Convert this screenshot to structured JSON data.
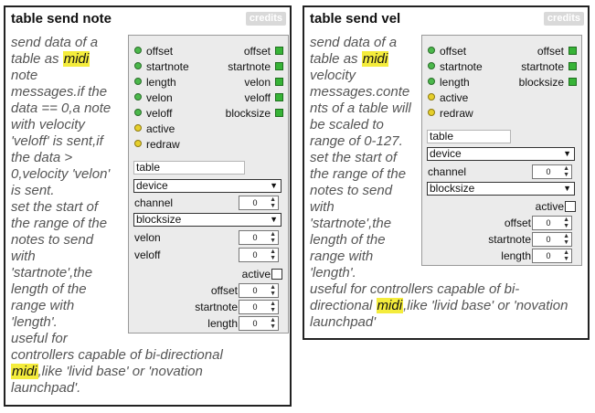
{
  "note": {
    "title": "table send note",
    "credits": "credits",
    "description_lines": [
      [
        {
          "t": "send data of a"
        }
      ],
      [
        {
          "t": "table as "
        },
        {
          "t": "midi",
          "hl": true
        }
      ],
      [
        {
          "t": "note"
        }
      ],
      [
        {
          "t": "messages.if the"
        }
      ],
      [
        {
          "t": "data == 0,a note"
        }
      ],
      [
        {
          "t": "with velocity"
        }
      ],
      [
        {
          "t": "'veloff' is sent,if"
        }
      ],
      [
        {
          "t": "the data >"
        }
      ],
      [
        {
          "t": "0,velocity 'velon'"
        }
      ],
      [
        {
          "t": "is sent."
        }
      ],
      [
        {
          "t": "set the start of"
        }
      ],
      [
        {
          "t": "the range of the"
        }
      ],
      [
        {
          "t": "notes to send"
        }
      ],
      [
        {
          "t": "with"
        }
      ],
      [
        {
          "t": "'startnote',the"
        }
      ],
      [
        {
          "t": "length of the"
        }
      ],
      [
        {
          "t": "range with"
        }
      ],
      [
        {
          "t": "'length'."
        }
      ],
      [
        {
          "t": "useful for"
        }
      ],
      [
        {
          "t": "controllers capable of bi-directional"
        }
      ],
      [
        {
          "t": "midi",
          "hl": true
        },
        {
          "t": ",like 'livid base' or 'novation"
        }
      ],
      [
        {
          "t": "launchpad'."
        }
      ]
    ],
    "inlets": [
      "offset",
      "startnote",
      "length",
      "velon",
      "veloff",
      "active",
      "redraw"
    ],
    "outlets": [
      "offset",
      "startnote",
      "velon",
      "veloff",
      "blocksize"
    ],
    "table_field": "table",
    "device_dropdown": "device",
    "channel_label": "channel",
    "channel_value": "0",
    "blocksize_dropdown": "blocksize",
    "velon_label": "velon",
    "velon_value": "0",
    "veloff_label": "veloff",
    "veloff_value": "0",
    "active_label": "active",
    "offset_label": "offset",
    "offset_value": "0",
    "startnote_label": "startnote",
    "startnote_value": "0",
    "length_label": "length",
    "length_value": "0"
  },
  "vel": {
    "title": "table send vel",
    "credits": "credits",
    "description_lines": [
      [
        {
          "t": "send data of a"
        }
      ],
      [
        {
          "t": "table as "
        },
        {
          "t": "midi",
          "hl": true
        }
      ],
      [
        {
          "t": "velocity"
        }
      ],
      [
        {
          "t": "messages.conte"
        }
      ],
      [
        {
          "t": "nts of a table will"
        }
      ],
      [
        {
          "t": "be scaled to"
        }
      ],
      [
        {
          "t": "range of 0-127."
        }
      ],
      [
        {
          "t": "set the start of"
        }
      ],
      [
        {
          "t": "the range of the"
        }
      ],
      [
        {
          "t": "notes to send"
        }
      ],
      [
        {
          "t": "with"
        }
      ],
      [
        {
          "t": "'startnote',the"
        }
      ],
      [
        {
          "t": "length of the"
        }
      ],
      [
        {
          "t": "range with"
        }
      ],
      [
        {
          "t": "'length'."
        }
      ],
      [
        {
          "t": "useful for controllers capable of bi-"
        }
      ],
      [
        {
          "t": "directional "
        },
        {
          "t": "midi",
          "hl": true
        },
        {
          "t": ",like 'livid base' or 'novation"
        }
      ],
      [
        {
          "t": "launchpad'"
        }
      ]
    ],
    "inlets": [
      "offset",
      "startnote",
      "length",
      "active",
      "redraw"
    ],
    "outlets": [
      "offset",
      "startnote",
      "blocksize"
    ],
    "table_field": "table",
    "device_dropdown": "device",
    "channel_label": "channel",
    "channel_value": "0",
    "blocksize_dropdown": "blocksize",
    "active_label": "active",
    "offset_label": "offset",
    "offset_value": "0",
    "startnote_label": "startnote",
    "startnote_value": "0",
    "length_label": "length",
    "length_value": "0"
  },
  "colors": {
    "highlight": "#f4ec3c",
    "inlet_green": "#4bb84b",
    "inlet_yellow": "#e6cf2b",
    "outlet_green": "#37b337",
    "panel_bg": "#ebebeb"
  },
  "icons": {
    "dropdown_arrow": "triangle-down-icon",
    "spinner_arrows": "up-down-arrows-icon"
  }
}
